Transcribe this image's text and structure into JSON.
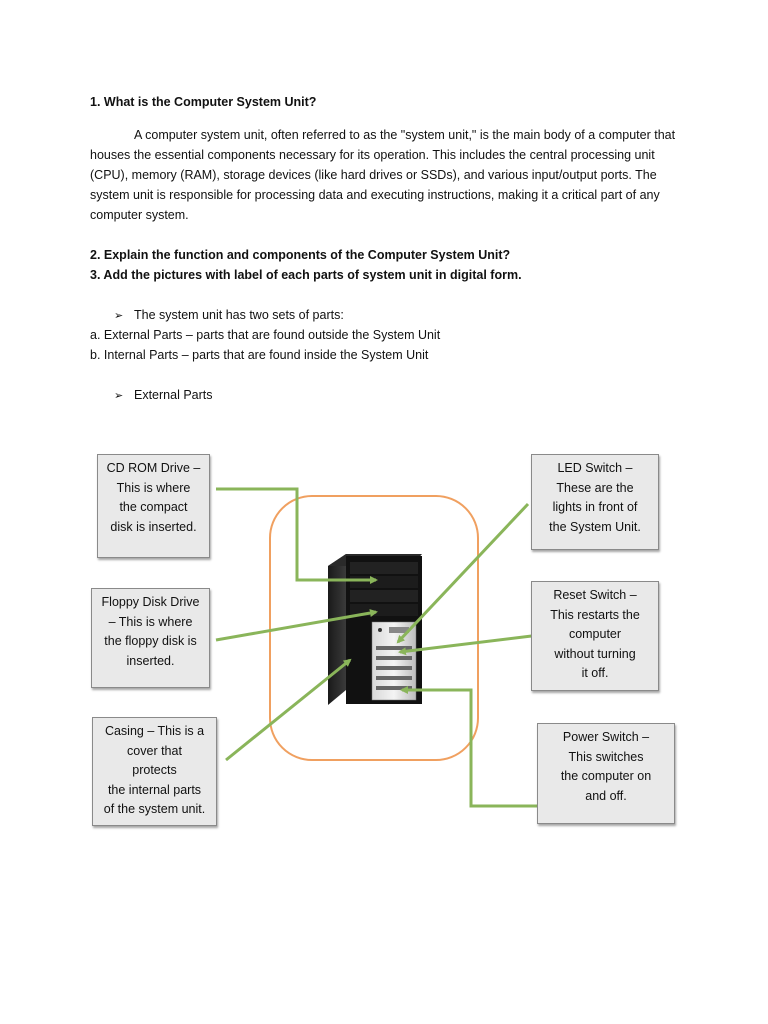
{
  "heading1": "1. What is the Computer System Unit?",
  "paragraph": "A computer system unit, often referred to as the \"system unit,\" is the main body of a computer that houses the essential components necessary for its operation. This includes the central processing unit (CPU), memory (RAM), storage devices (like hard drives or SSDs), and various input/output ports. The system unit is responsible for processing data and executing instructions, making it a critical part of any computer system.",
  "heading2": "2. Explain the function and components of the Computer System Unit?",
  "heading3": "3. Add the pictures with label of each parts of system unit in digital form.",
  "bullet1": "The system unit has two sets of parts:",
  "item_a": "a. External Parts – parts that are found outside the System Unit",
  "item_b": "b. Internal Parts – parts that are found inside the System Unit",
  "bullet2": "External Parts",
  "labels": {
    "cdrom": "CD ROM Drive –\nThis is where\nthe compact\ndisk is inserted.",
    "floppy": "Floppy Disk Drive\n– This is where\nthe floppy disk is\ninserted.",
    "casing": "Casing – This is a\ncover that\nprotects\nthe internal parts\nof the system unit.",
    "led": "LED Switch –\nThese are the\nlights in front of\nthe System Unit.",
    "reset": "Reset Switch –\nThis restarts the\ncomputer\nwithout turning\nit off.",
    "power": "Power Switch –\nThis switches\nthe computer on\nand off."
  },
  "colors": {
    "arrow": "#8ab55a",
    "frame": "#f0a060",
    "box_fill": "#e9e9e9"
  }
}
